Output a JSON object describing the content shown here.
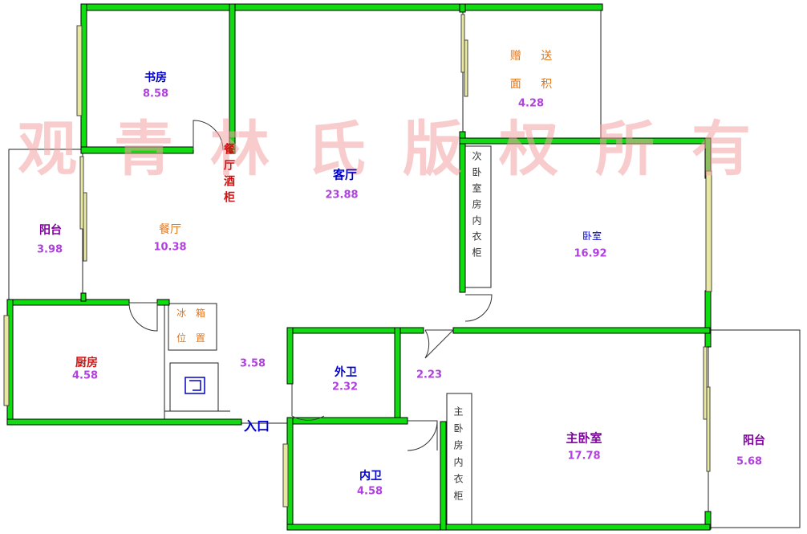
{
  "watermark": "观青林氏版权所有",
  "entrance": "入口",
  "rooms": {
    "study": {
      "name": "书房",
      "area": "8.58"
    },
    "gift": {
      "name_line1": "赠 送",
      "name_line2": "面 积",
      "area": "4.28"
    },
    "living": {
      "name": "客厅",
      "area": "23.88"
    },
    "wine_cabinet": {
      "name": "餐厅酒柜"
    },
    "balcony_left": {
      "name": "阳台",
      "area": "3.98"
    },
    "dining": {
      "name": "餐厅",
      "area": "10.38"
    },
    "second_closet": {
      "name": "次卧室房内衣柜"
    },
    "bedroom": {
      "name": "卧室",
      "area": "16.92"
    },
    "fridge": {
      "name_line1": "冰 箱",
      "name_line2": "位 置"
    },
    "kitchen": {
      "name": "厨房",
      "area": "4.58"
    },
    "hall": {
      "area": "3.58"
    },
    "outer_bath": {
      "name": "外卫",
      "area": "2.32"
    },
    "corridor": {
      "area": "2.23"
    },
    "master": {
      "name": "主卧室",
      "area": "17.78"
    },
    "master_closet": {
      "name": "主卧房内衣柜"
    },
    "balcony_right": {
      "name": "阳台",
      "area": "5.68"
    },
    "inner_bath": {
      "name": "内卫",
      "area": "4.58"
    }
  },
  "colors": {
    "wall": "#10dd10",
    "watermark": "#f4a4a4",
    "area_text": "#b040e0",
    "window": "#e8e8a0"
  }
}
